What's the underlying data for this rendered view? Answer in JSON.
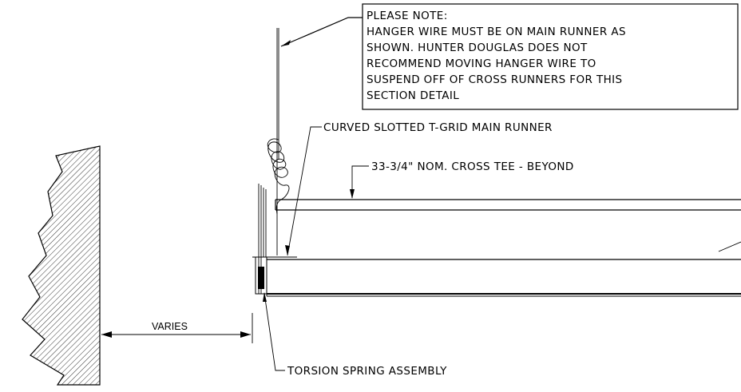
{
  "note": {
    "lines": [
      "PLEASE NOTE:",
      "HANGER WIRE MUST BE ON MAIN RUNNER AS",
      "SHOWN.  HUNTER DOUGLAS DOES NOT",
      "RECOMMEND MOVING HANGER WIRE TO",
      "SUSPEND OFF OF CROSS RUNNERS FOR THIS",
      "SECTION DETAIL"
    ]
  },
  "labels": {
    "main_runner": "CURVED SLOTTED T-GRID MAIN RUNNER",
    "cross_tee": "33-3/4\" NOM. CROSS TEE - BEYOND",
    "torsion_spring": "TORSION SPRING ASSEMBLY",
    "dimension": "VARIES"
  }
}
